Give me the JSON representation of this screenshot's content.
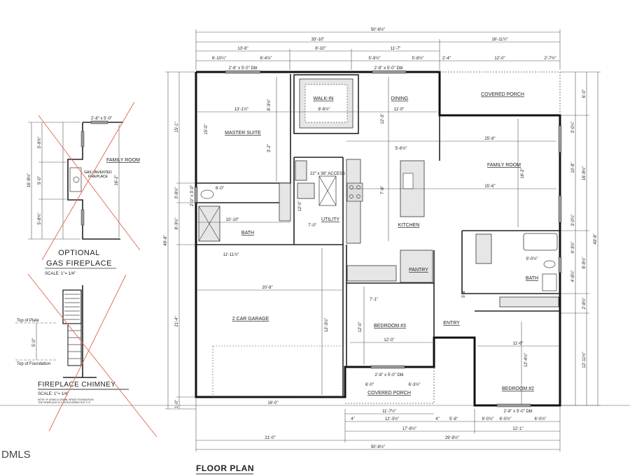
{
  "plan": {
    "title": "FLOOR PLAN",
    "rooms": {
      "master_suite": "MASTER SUITE",
      "walk_in": "WALK-IN",
      "dining": "DINING",
      "covered_porch_rear": "COVERED PORCH",
      "family_room": "FAMILY ROOM",
      "kitchen": "KITCHEN",
      "utility": "UTILITY",
      "bath_master": "BATH",
      "pantry": "PANTRY",
      "bath_2": "BATH",
      "garage": "2 CAR GARAGE",
      "bedroom_3": "BEDROOM #3",
      "entry": "ENTRY",
      "bedroom_2": "BEDROOM #2",
      "covered_porch_front": "COVERED PORCH",
      "access": "22\" x 36\" ACCESS"
    },
    "dims_top": [
      "50'-8½\"",
      "33'-10\"",
      "16'-11½\"",
      "13'-8\"",
      "8'-10\"",
      "11'-7\"",
      "6'-10¼\"",
      "6'-4¾\"",
      "5'-8½\"",
      "5'-8½\"",
      "2'-4\"",
      "12'-0\"",
      "2'-7½\""
    ],
    "windows_top": [
      "2'-8\" x 5'-0\" Dbl",
      "2'-8\" x 5'-0\" Dbl"
    ],
    "dims_bottom": [
      "16'-0\"",
      "11'-7½\"",
      "4\"",
      "12'-3½\"",
      "4\"",
      "5'-8\"",
      "6'-0½\"",
      "6'-0½\"",
      "6'-0½\"",
      "17'-8½\"",
      "12'-1\"",
      "21'-0\"",
      "29'-8½\"",
      "50'-8½\""
    ],
    "dims_left": [
      "49'-8\"",
      "15'-1\"",
      "3'-8½\"",
      "8'-3½\"",
      "21'-4\"",
      "1'-0\"",
      "2'-0\" x 3'-0\""
    ],
    "dims_right": [
      "6'-0\"",
      "3'-0¼\"",
      "10'-8\"",
      "3'-0¼\"",
      "16'-8½\"",
      "4'-3½\"",
      "4'-8¼\"",
      "8'-8½\"",
      "2'-8½\"",
      "12'-11½\"",
      "49'-8\""
    ],
    "dims_interior": [
      "13'-1½\"",
      "8'-6½\"",
      "11'-0\"",
      "15'-0\"",
      "8'-3½\"",
      "3'-2\"",
      "12'-3\"",
      "25'-8\"",
      "15'-6\"",
      "16'-2\"",
      "5'-6½\"",
      "7'-8\"",
      "6'-0\"",
      "10'-10\"",
      "7'-0\"",
      "12'-0\"",
      "20'-8\"",
      "12'-3½\"",
      "11'-11½\"",
      "7'-1\"",
      "12'-0\"",
      "12'-0\"",
      "11'-6\"",
      "12'-4½\"",
      "5'-8\"",
      "9'-0½\"",
      "6'-0\"",
      "6'-3½\"",
      "2'-8\" x 5'-0\" Dbl",
      "2'-8\" x 5'-0\" Dbl"
    ]
  },
  "fireplace": {
    "title_1": "OPTIONAL",
    "title_2": "GAS FIREPLACE",
    "scale": "SCALE: 1\"= 1/4\"",
    "room": "FAMILY ROOM",
    "unit": "GAS UNVENTED FIREPLACE",
    "window": "2'-8\" x 5'-0\"",
    "dims": [
      "16'-8½\"",
      "5'-8¾\"",
      "5'-0\"",
      "5'-8¾\"",
      "16'-2\""
    ]
  },
  "chimney": {
    "title": "FIREPLACE CHIMNEY",
    "scale": "SCALE: 1\"= 1/4\"",
    "note_1": "NOTE: IF USING A CRAWL SPACE FOUNDATION",
    "note_2": "THE FIREPLACE IS CANTILEVERED OUT 2'-0\"",
    "top_of_plate": "Top of Plate",
    "top_of_foundation": "Top of Foundation",
    "height": "5'-0\""
  },
  "watermark": "DMLS",
  "colors": {
    "wall": "#111111",
    "strike_out": "#e0735f",
    "fill": "#e6e6e6"
  }
}
